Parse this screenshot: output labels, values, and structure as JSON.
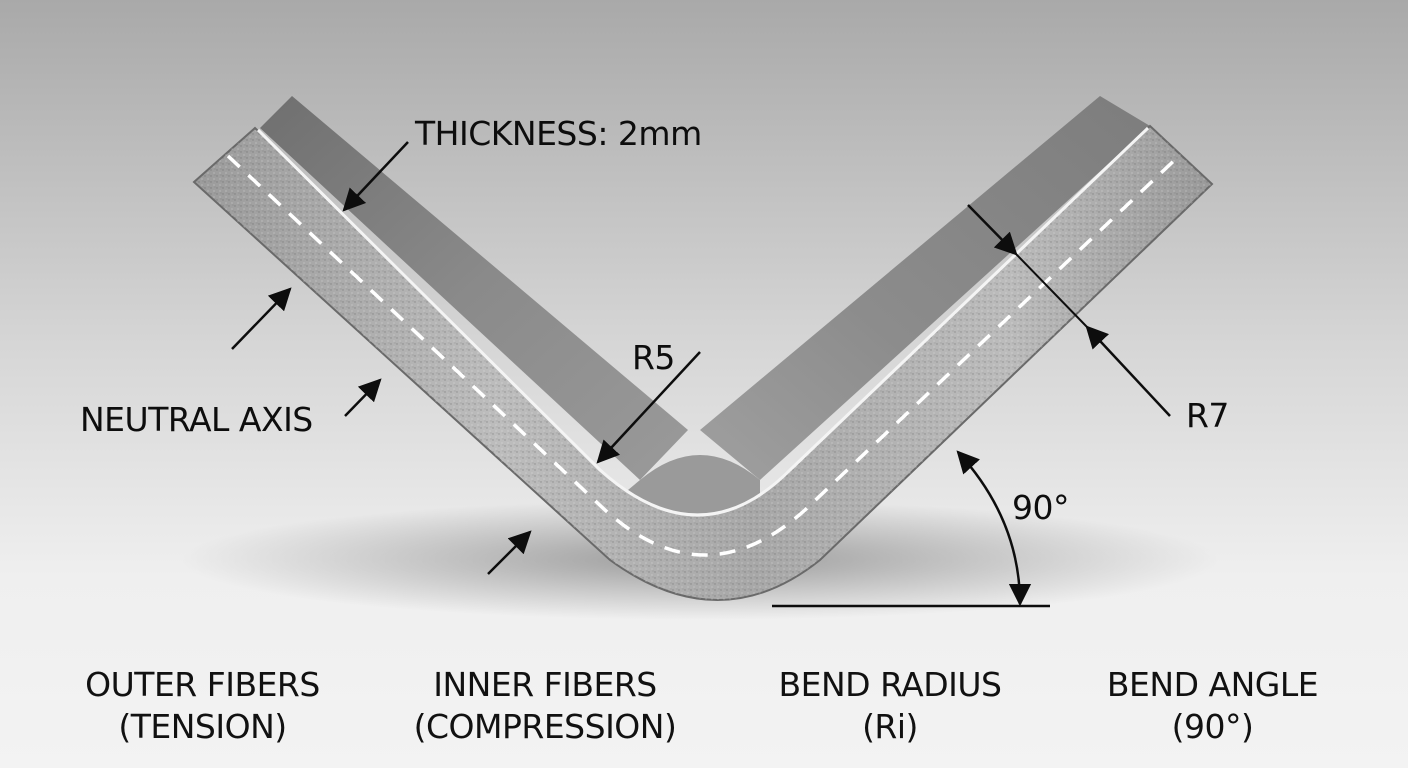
{
  "annotations": {
    "thickness": "THICKNESS: 2mm",
    "neutral_axis": "NEUTRAL AXIS",
    "inner_radius": "R5",
    "outer_radius": "R7",
    "angle": "90°"
  },
  "captions": [
    {
      "line1": "OUTER FIBERS",
      "line2": "(TENSION)"
    },
    {
      "line1": "INNER FIBERS",
      "line2": "(COMPRESSION)"
    },
    {
      "line1": "BEND RADIUS",
      "line2": "(Ri)"
    },
    {
      "line1": "BEND ANGLE",
      "line2": "(90°)"
    }
  ],
  "colors": {
    "background_top": "#a9a9a9",
    "background_bottom": "#f3f3f3",
    "metal_face": "#8e8e8e",
    "metal_edge": "#bdbdbd",
    "annotation": "#0d0d0d",
    "neutral_axis_dash": "#ffffff"
  }
}
